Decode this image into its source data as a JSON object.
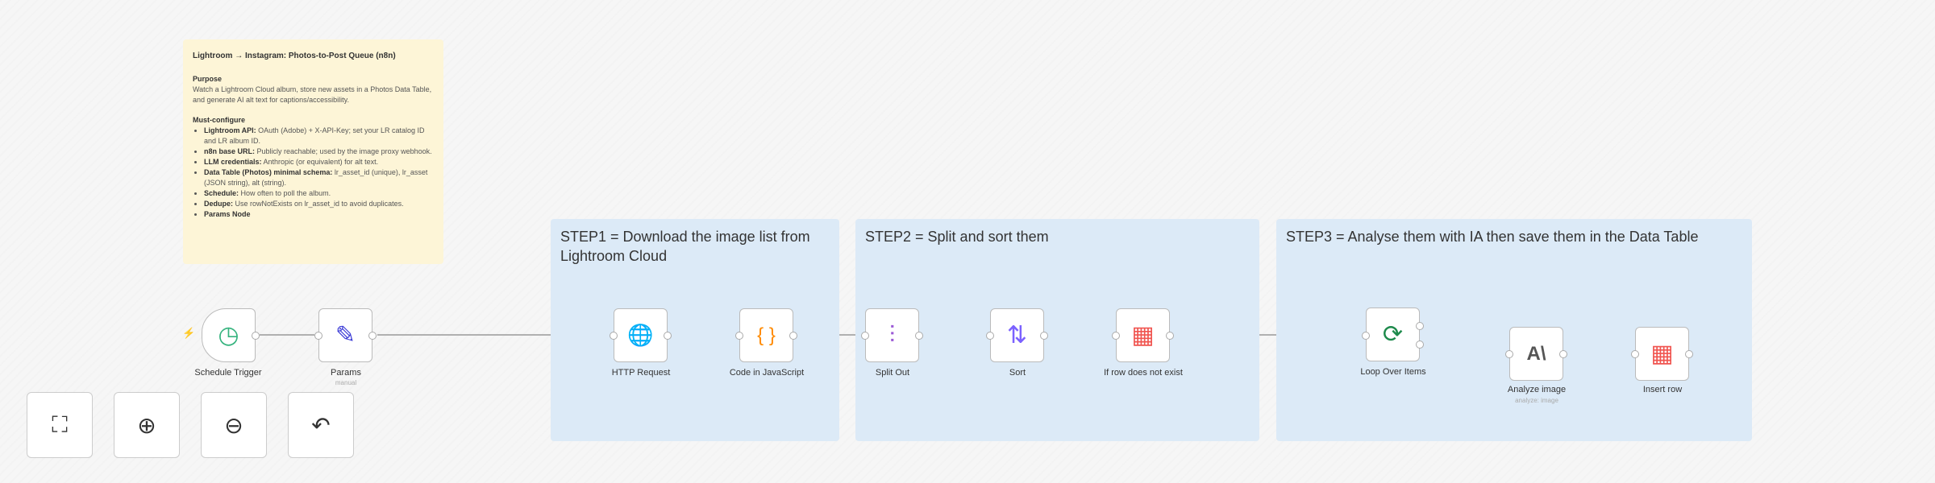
{
  "sticky_note": {
    "title": "Lightroom → Instagram: Photos-to-Post Queue (n8n)",
    "purpose_heading": "Purpose",
    "purpose_text": "Watch a Lightroom Cloud album, store new assets in a Photos Data Table, and generate AI alt text for captions/accessibility.",
    "config_heading": "Must-configure",
    "items": [
      {
        "bold": "Lightroom API:",
        "text": " OAuth (Adobe) + X-API-Key; set your LR catalog ID and LR album ID."
      },
      {
        "bold": "n8n base URL:",
        "text": " Publicly reachable; used by the image proxy webhook."
      },
      {
        "bold": "LLM credentials:",
        "text": " Anthropic (or equivalent) for alt text."
      },
      {
        "bold": "Data Table (Photos) minimal schema:",
        "text": " lr_asset_id (unique), lr_asset (JSON string), alt (string)."
      },
      {
        "bold": "Schedule:",
        "text": " How often to poll the album."
      },
      {
        "bold": "Dedupe:",
        "text": " Use rowNotExists on lr_asset_id to avoid duplicates."
      },
      {
        "bold": "Params Node",
        "text": ""
      }
    ]
  },
  "groups": [
    {
      "title": "STEP1 = Download the image list from Lightroom Cloud"
    },
    {
      "title": "STEP2 = Split and sort them"
    },
    {
      "title": "STEP3 = Analyse them with IA then save them in the Data Table"
    }
  ],
  "nodes": [
    {
      "label": "Schedule Trigger",
      "icon": "clock-icon",
      "color": "#35b37e"
    },
    {
      "label": "Params",
      "subtitle": "manual",
      "icon": "pencil-icon",
      "color": "#3b3bd6"
    },
    {
      "label": "HTTP Request",
      "icon": "globe-icon",
      "color": "#3b3bd6"
    },
    {
      "label": "Code in JavaScript",
      "icon": "code-braces-icon",
      "color": "#ff8a00"
    },
    {
      "label": "Split Out",
      "icon": "split-icon",
      "color": "#9b59d6"
    },
    {
      "label": "Sort",
      "icon": "sort-icon",
      "color": "#7b61ff"
    },
    {
      "label": "If row does not exist",
      "icon": "table-icon",
      "color": "#f0544f"
    },
    {
      "label": "Loop Over Items",
      "icon": "loop-icon",
      "color": "#1e8a4c"
    },
    {
      "label": "Analyze image",
      "subtitle": "analyze: image",
      "icon": "anthropic-icon",
      "color": "#555555"
    },
    {
      "label": "Insert row",
      "icon": "table-icon",
      "color": "#f0544f"
    }
  ],
  "canvas_controls": {
    "fit": "⛶",
    "zoom_in": "⊕",
    "zoom_out": "⊖",
    "undo": "↶"
  },
  "glyphs": {
    "clock": "◷",
    "pencil": "✎",
    "globe": "🌐",
    "braces": "{ }",
    "split": "⫶",
    "sort": "⇅",
    "table": "▦",
    "loop": "⟳",
    "anthropic": "A\\",
    "trigger": "⚡"
  }
}
